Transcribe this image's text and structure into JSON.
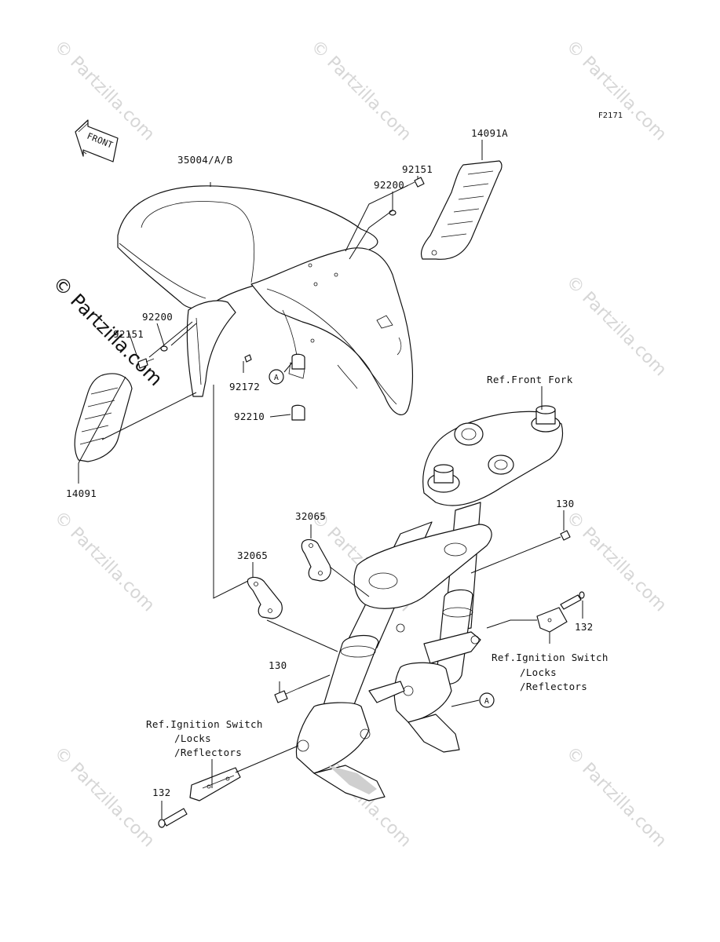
{
  "diagram_code": "F2171",
  "front_label": "FRONT",
  "watermark_text": "© Partzilla.com",
  "callouts": {
    "fender": "35004/A/B",
    "bracket_right": "14091A",
    "bolt_upper_right": "92151",
    "washer_upper_right": "92200",
    "washer_left": "92200",
    "bolt_left": "92151",
    "bolt_center": "92172",
    "marker_a_upper": "A",
    "grommet": "92210",
    "bracket_left": "14091",
    "ref_front_fork": "Ref.Front Fork",
    "reflector_bracket_upper": "32065",
    "reflector_bracket_lower": "32065",
    "bolt_130_right": "130",
    "bolt_132_right": "132",
    "ref_ignition_right_line1": "Ref.Ignition Switch",
    "ref_ignition_right_line2": "/Locks",
    "ref_ignition_right_line3": "/Reflectors",
    "bolt_130_left": "130",
    "marker_a_lower": "A",
    "ref_ignition_left_line1": "Ref.Ignition Switch",
    "ref_ignition_left_line2": "/Locks",
    "ref_ignition_left_line3": "/Reflectors",
    "bolt_132_left": "132"
  }
}
